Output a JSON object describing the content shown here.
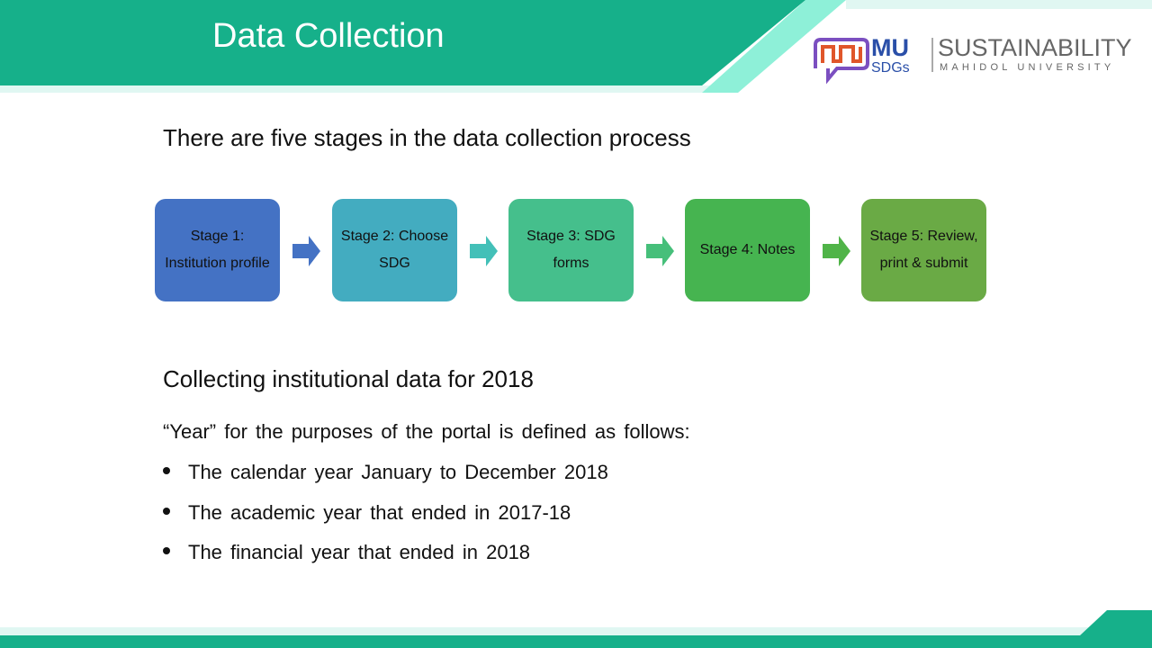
{
  "header": {
    "title": "Data Collection"
  },
  "logo": {
    "mu": "MU",
    "sdgs": "SDGs",
    "sustainability": "SUSTAINABILITY",
    "university": "MAHIDOL UNIVERSITY"
  },
  "intro": "There are five stages in the data collection process",
  "colors": {
    "header": "#16b08a",
    "mint": "#8ef0d8",
    "light": "#e0f7f2"
  },
  "stages": [
    {
      "label": "Stage 1: Institution profile",
      "color": "#4472c4"
    },
    {
      "label": "Stage 2: Choose SDG",
      "color": "#43acc0"
    },
    {
      "label": "Stage 3: SDG forms",
      "color": "#45bf8c"
    },
    {
      "label": "Stage 4: Notes",
      "color": "#46b450"
    },
    {
      "label": "Stage 5: Review, print & submit",
      "color": "#6aaa45"
    }
  ],
  "arrows": [
    "#4472c4",
    "#43c0b8",
    "#46bf7a",
    "#50b448"
  ],
  "section": {
    "heading": "Collecting institutional data for 2018",
    "definition": "“Year” for the purposes of the portal is defined as follows:",
    "bullets": [
      "The calendar year January to December 2018",
      "The academic year that ended in 2017-18",
      "The financial year that ended in 2018"
    ]
  }
}
